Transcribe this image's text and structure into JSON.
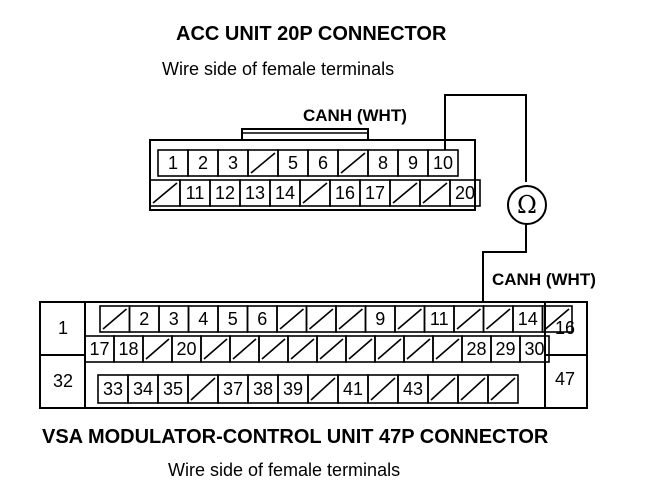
{
  "acc": {
    "title": "ACC UNIT 20P CONNECTOR",
    "subtitle": "Wire side of female terminals",
    "wire_label": "CANH (WHT)",
    "row1": [
      "1",
      "2",
      "3",
      "",
      "5",
      "6",
      "",
      "8",
      "9",
      "10"
    ],
    "row2": [
      "",
      "11",
      "12",
      "13",
      "14",
      "",
      "16",
      "17",
      "",
      "",
      "20"
    ]
  },
  "meter": {
    "symbol": "Ω"
  },
  "vsa": {
    "wire_label": "CANH (WHT)",
    "title": "VSA MODULATOR-CONTROL UNIT 47P CONNECTOR",
    "subtitle": "Wire side of female terminals",
    "left_top": "1",
    "left_bottom": "32",
    "right_top": "16",
    "right_bottom": "47",
    "row1": [
      "",
      "2",
      "3",
      "4",
      "5",
      "6",
      "",
      "",
      "",
      "9",
      "",
      "11",
      "",
      "",
      "14",
      ""
    ],
    "row2": [
      "17",
      "18",
      "",
      "20",
      "",
      "",
      "",
      "",
      "",
      "",
      "",
      "",
      "",
      "28",
      "29",
      "30"
    ],
    "row3": [
      "33",
      "34",
      "35",
      "",
      "37",
      "38",
      "39",
      "",
      "41",
      "",
      "43",
      "",
      "",
      ""
    ]
  }
}
